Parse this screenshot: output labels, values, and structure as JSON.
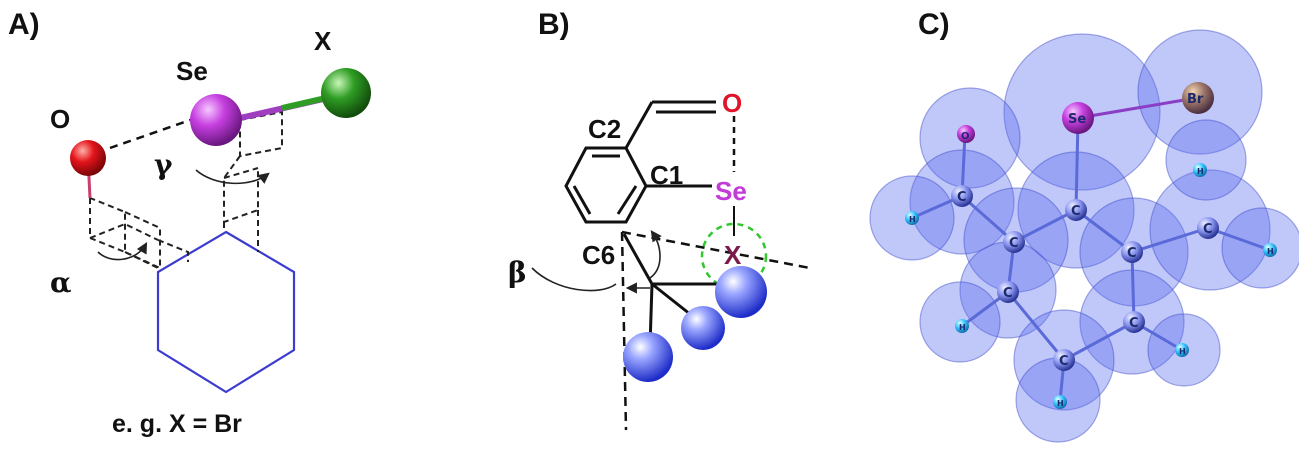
{
  "panels": {
    "a": {
      "label": "A)",
      "atoms": {
        "o": "O",
        "se": "Se",
        "x": "X"
      },
      "angles": {
        "alpha": "α",
        "gamma": "γ"
      },
      "note": "e. g. X = Br"
    },
    "b": {
      "label": "B)",
      "atoms": {
        "o": "O",
        "se": "Se",
        "x": "X",
        "c1": "C1",
        "c2": "C2",
        "c6": "C6"
      },
      "angles": {
        "beta": "β"
      }
    },
    "c": {
      "label": "C)",
      "atoms": {
        "o": "O",
        "se": "Se",
        "br": "Br",
        "c": "C",
        "h": "H"
      }
    }
  },
  "colors": {
    "oxygen": "#e3141b",
    "selenium": "#c63fe0",
    "halogen": "#2f9d24",
    "ring": "#3c3cd0",
    "sphere": "#5a6cf0",
    "label_o_b": "#e0142a",
    "label_se_b": "#c23ad8",
    "label_x_b": "#7a1a4a"
  }
}
